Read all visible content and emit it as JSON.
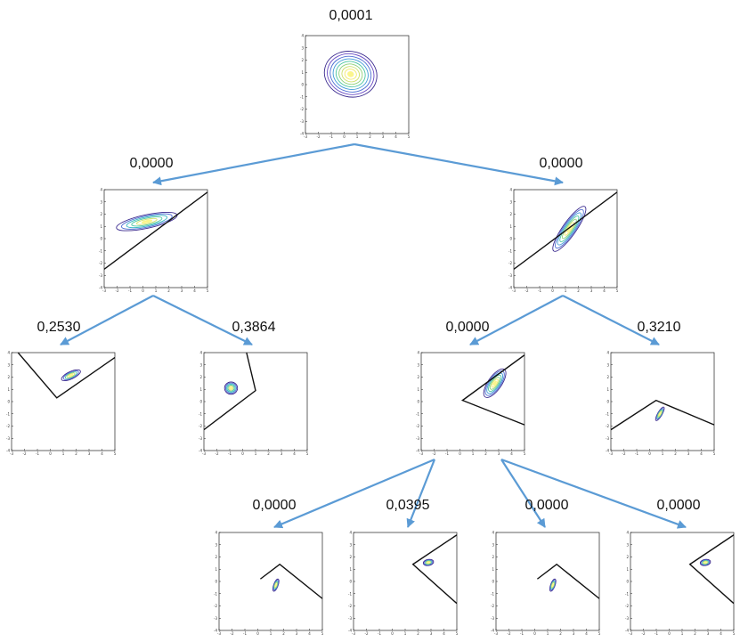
{
  "colors": {
    "arrow": "#5b9bd5",
    "contours": [
      "#3b2a8f",
      "#6a4cc4",
      "#4f6fd3",
      "#3f9ad8",
      "#31b6c2",
      "#4cc6a1",
      "#8fd27a",
      "#cfe06a",
      "#f3ea6a",
      "#fbf58c"
    ]
  },
  "tick_labels": [
    "-3",
    "-2",
    "-1",
    "0",
    "1",
    "2",
    "3",
    "4",
    "5"
  ],
  "ytick_labels": [
    "4",
    "3",
    "2",
    "1",
    "0",
    "-1",
    "-2",
    "-3",
    "-4"
  ],
  "nodes": [
    {
      "id": "root",
      "label": "0,0001"
    },
    {
      "id": "n1-left",
      "label": "0,0000"
    },
    {
      "id": "n1-right",
      "label": "0,0000"
    },
    {
      "id": "n2-a",
      "label": "0,2530"
    },
    {
      "id": "n2-b",
      "label": "0,3864"
    },
    {
      "id": "n2-c",
      "label": "0,0000"
    },
    {
      "id": "n2-d",
      "label": "0,3210"
    },
    {
      "id": "n3-a",
      "label": "0,0000"
    },
    {
      "id": "n3-b",
      "label": "0,0395"
    },
    {
      "id": "n3-c",
      "label": "0,0000"
    },
    {
      "id": "n3-d",
      "label": "0,0000"
    }
  ]
}
